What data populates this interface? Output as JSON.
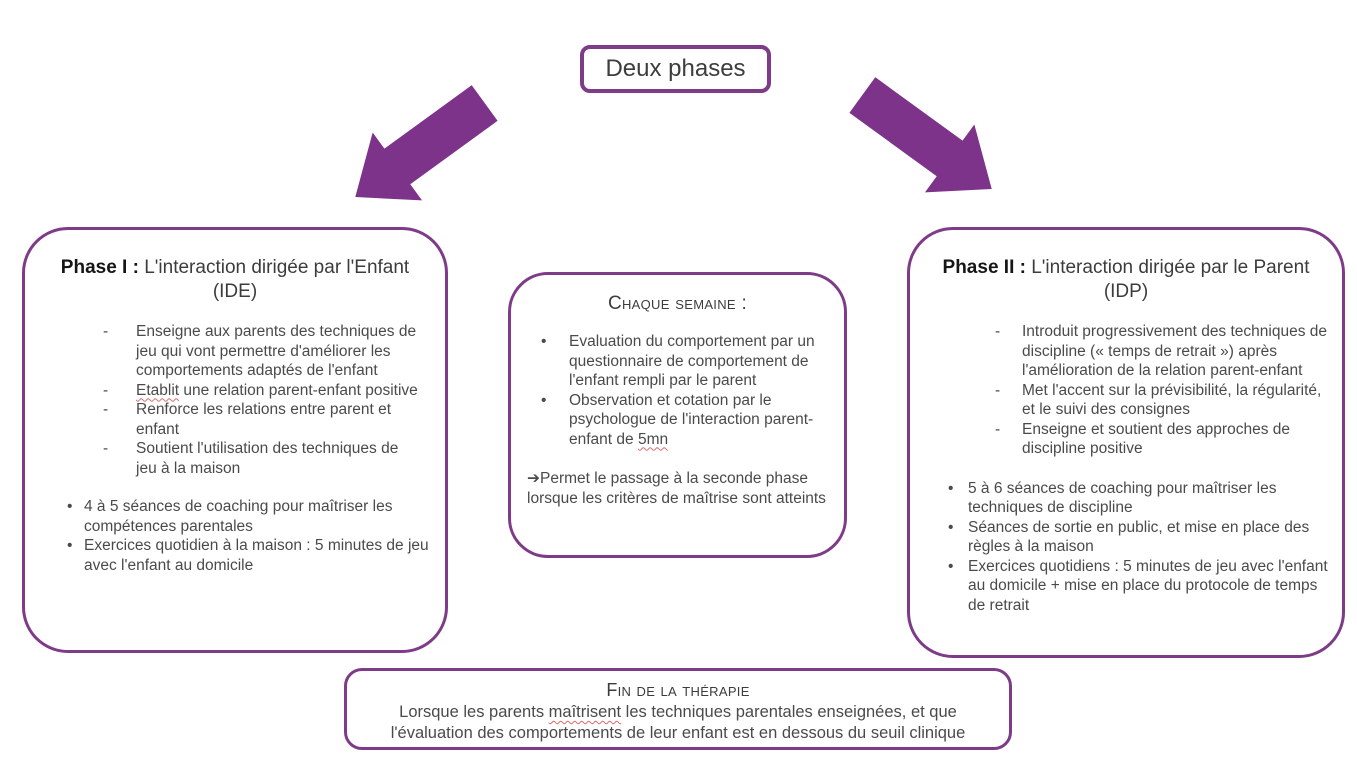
{
  "title": {
    "label": "Deux phases"
  },
  "markers": {
    "dash": "-",
    "bullet": "•",
    "arrow": "➔"
  },
  "colors": {
    "box_border_purple": "#7E3B88",
    "arrow_purple": "#7D3389",
    "misspell_red": "#D96A6A",
    "heading_dark": "#161616",
    "body_gray": "#4A4A4A"
  },
  "phase1": {
    "heading_bold": "Phase I :",
    "heading_rest": " L'interaction dirigée par l'Enfant (IDE)",
    "dash_items": [
      {
        "pre": "Enseigne aux parents des techniques de jeu qui vont permettre d'améliorer les comportements adaptés de l'enfant"
      },
      {
        "mis": "Etablit",
        "rest": " une relation parent-enfant positive"
      },
      {
        "pre": "Renforce les relations entre parent et enfant"
      },
      {
        "pre": "Soutient l'utilisation des techniques de jeu à la maison"
      }
    ],
    "bullet_items": [
      {
        "pre": "4 à 5 séances de coaching pour maîtriser les compétences parentales"
      },
      {
        "pre": "Exercices quotidien à la maison : 5 minutes de jeu avec l'enfant au domicile"
      }
    ]
  },
  "weekly": {
    "heading": "Chaque semaine :",
    "bullet_items": [
      {
        "pre": "Evaluation du comportement par un questionnaire de comportement de l'enfant rempli par le parent"
      },
      {
        "pre": "Observation et cotation par le psychologue de l'interaction parent-enfant de ",
        "mis": "5mn"
      }
    ],
    "note": "Permet le passage à la seconde phase lorsque les critères de maîtrise sont atteints"
  },
  "phase2": {
    "heading_bold": "Phase II :",
    "heading_rest": " L'interaction dirigée par le Parent (IDP)",
    "dash_items": [
      {
        "pre": "Introduit progressivement des techniques de discipline (« temps de retrait ») après l'amélioration de la relation parent-enfant"
      },
      {
        "pre": "Met l'accent sur la prévisibilité, la régularité, et le suivi des consignes"
      },
      {
        "pre": "Enseigne et soutient des approches de discipline positive"
      }
    ],
    "bullet_items": [
      {
        "pre": "5 à 6 séances de coaching pour maîtriser les techniques de discipline"
      },
      {
        "pre": "Séances de sortie en public, et mise en place des règles à la maison"
      },
      {
        "pre": "Exercices quotidiens : 5 minutes de jeu avec l'enfant au domicile + mise en place du protocole de temps de retrait"
      }
    ]
  },
  "end": {
    "heading": "Fin de la thérapie",
    "body_pre": "Lorsque les parents ",
    "body_mis": "maîtrisent",
    "body_rest": " les techniques parentales enseignées, et que l'évaluation des comportements de leur enfant est en dessous du seuil clinique"
  }
}
